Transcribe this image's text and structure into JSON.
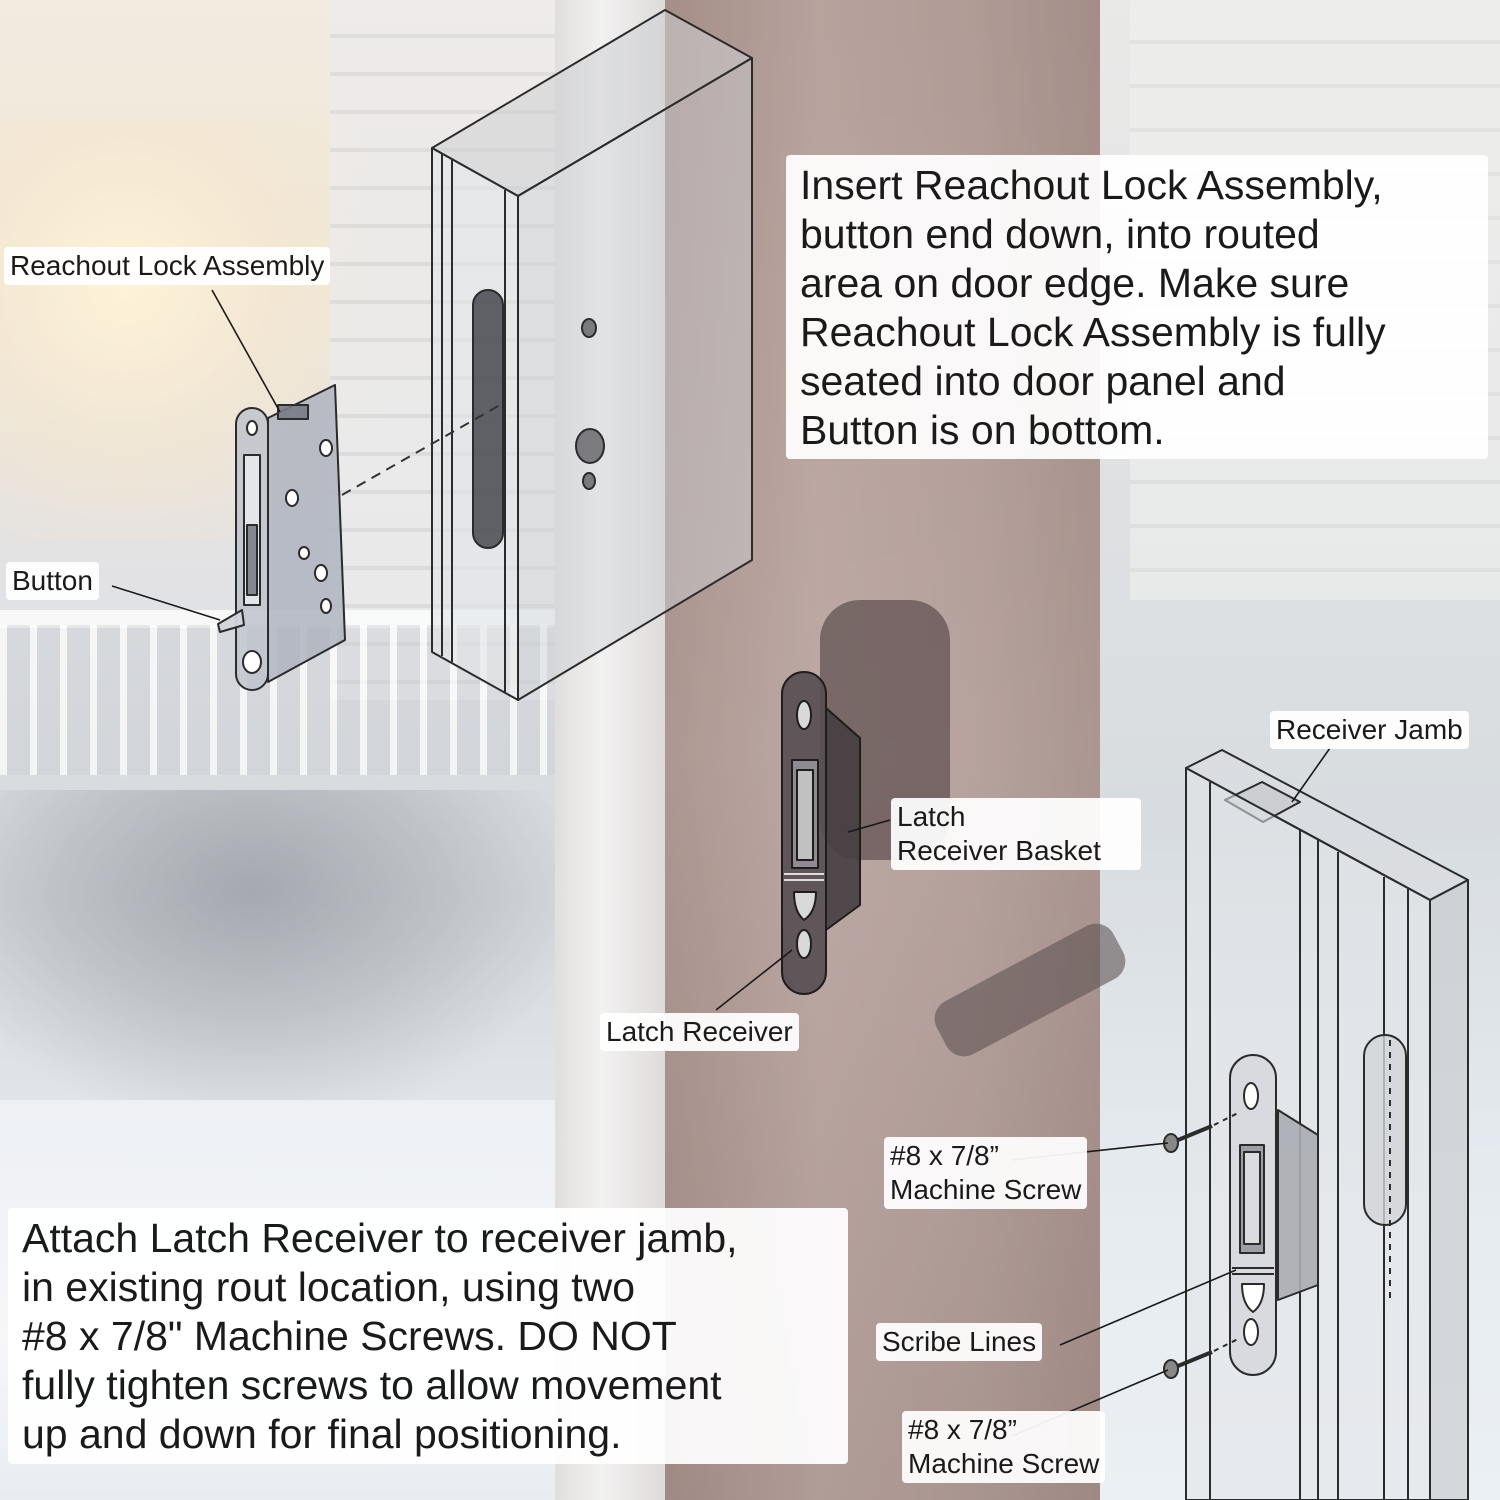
{
  "instructions": {
    "step_1": [
      "Insert Reachout Lock Assembly,",
      "button end down, into routed",
      "area on door edge. Make sure",
      "Reachout Lock Assembly is fully",
      "seated into door panel and",
      "Button is on bottom."
    ],
    "step_2": [
      "Attach Latch Receiver to receiver jamb,",
      "in existing rout location, using two",
      "#8 x 7/8\" Machine Screws. DO NOT",
      "fully tighten screws to allow movement",
      "up and down for final positioning."
    ]
  },
  "labels": {
    "reachout_lock_assembly": "Reachout Lock Assembly",
    "button": "Button",
    "receiver_jamb": "Receiver Jamb",
    "latch_receiver_basket": [
      "Latch",
      "Receiver Basket"
    ],
    "latch_receiver": "Latch Receiver",
    "machine_screw_top": [
      "#8 x 7/8”",
      "Machine Screw"
    ],
    "scribe_lines": "Scribe Lines",
    "machine_screw_bottom": [
      "#8 x 7/8”",
      "Machine Screw"
    ]
  }
}
